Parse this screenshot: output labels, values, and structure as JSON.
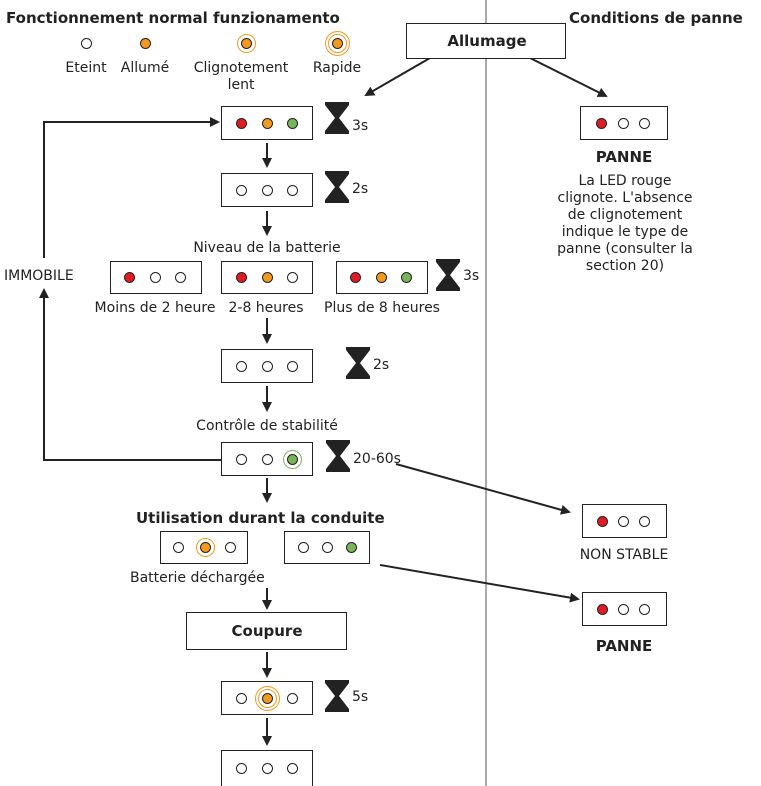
{
  "headers": {
    "normal": "Fonctionnement normal funzionamento",
    "fault": "Conditions de panne"
  },
  "legend": {
    "off": "Eteint",
    "on": "Allumé",
    "slow_1": "Clignotement",
    "slow_2": "lent",
    "fast": "Rapide"
  },
  "startup": "Allumage",
  "timers": {
    "t1": "3s",
    "t2": "2s",
    "t3": "3s",
    "t4": "2s",
    "t5": "20-60s",
    "t6": "5s"
  },
  "battery": {
    "title": "Niveau de la batterie",
    "low": "Moins de 2 heure",
    "mid": "2-8 heures",
    "high": "Plus de 8 heures"
  },
  "immobile": "IMMOBILE",
  "stability": "Contrôle de stabilité",
  "driving": {
    "title": "Utilisation durant la conduite",
    "discharged": "Batterie déchargée"
  },
  "shutdown": "Coupure",
  "fault_panel": {
    "panne_title": "PANNE",
    "desc_lines": [
      "La LED rouge",
      "clignote. L'absence",
      "de clignotement",
      "indique le type de",
      "panne (consulter la",
      "section 20)"
    ],
    "non_stable": "NON STABLE",
    "panne2": "PANNE"
  },
  "colors": {
    "red": "#e01b24",
    "orange": "#f39a1e",
    "green": "#79b45a"
  },
  "icons": [
    "hourglass-icon",
    "led-icon",
    "arrow-icon"
  ]
}
